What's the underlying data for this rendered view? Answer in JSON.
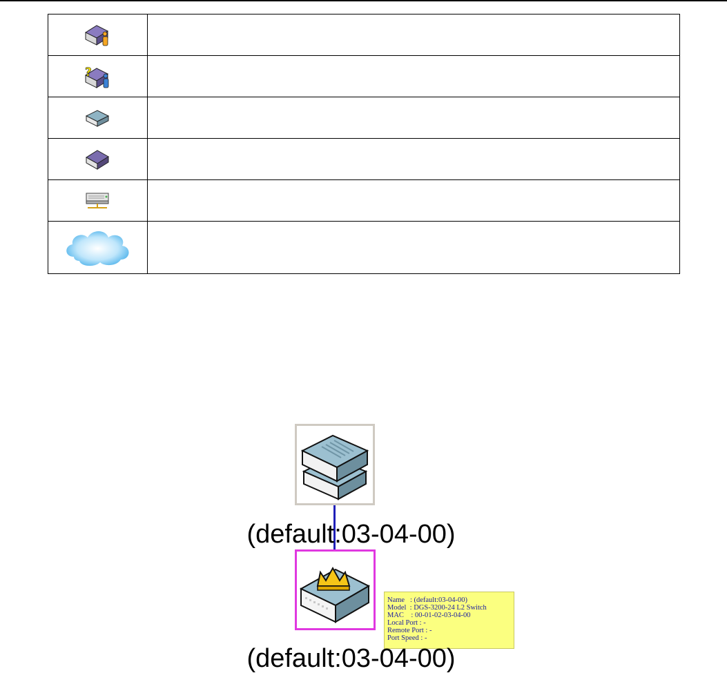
{
  "legend": {
    "rows": [
      {
        "icon": "master-switch-info-icon",
        "description": ""
      },
      {
        "icon": "unknown-switch-info-icon",
        "description": ""
      },
      {
        "icon": "single-switch-icon",
        "description": ""
      },
      {
        "icon": "dark-switch-icon",
        "description": ""
      },
      {
        "icon": "hub-device-icon",
        "description": ""
      },
      {
        "icon": "cloud-icon",
        "description": ""
      }
    ]
  },
  "topology": {
    "stack_node_label": "(default:03-04-00)",
    "master_node_label": "(default:03-04-00)",
    "link_color": "#1f1fb8",
    "stack_frame_color": "#cfcac2",
    "master_frame_color": "#e038e0"
  },
  "tooltip": {
    "lines": [
      "Name   : (default:03-04-00)",
      "Model  : DGS-3200-24 L2 Switch",
      "MAC    : 00-01-02-03-04-00",
      "Local Port : -",
      "Remote Port : -",
      "Port Speed : -"
    ],
    "background": "#fbff80",
    "text_color": "#2020a0"
  }
}
